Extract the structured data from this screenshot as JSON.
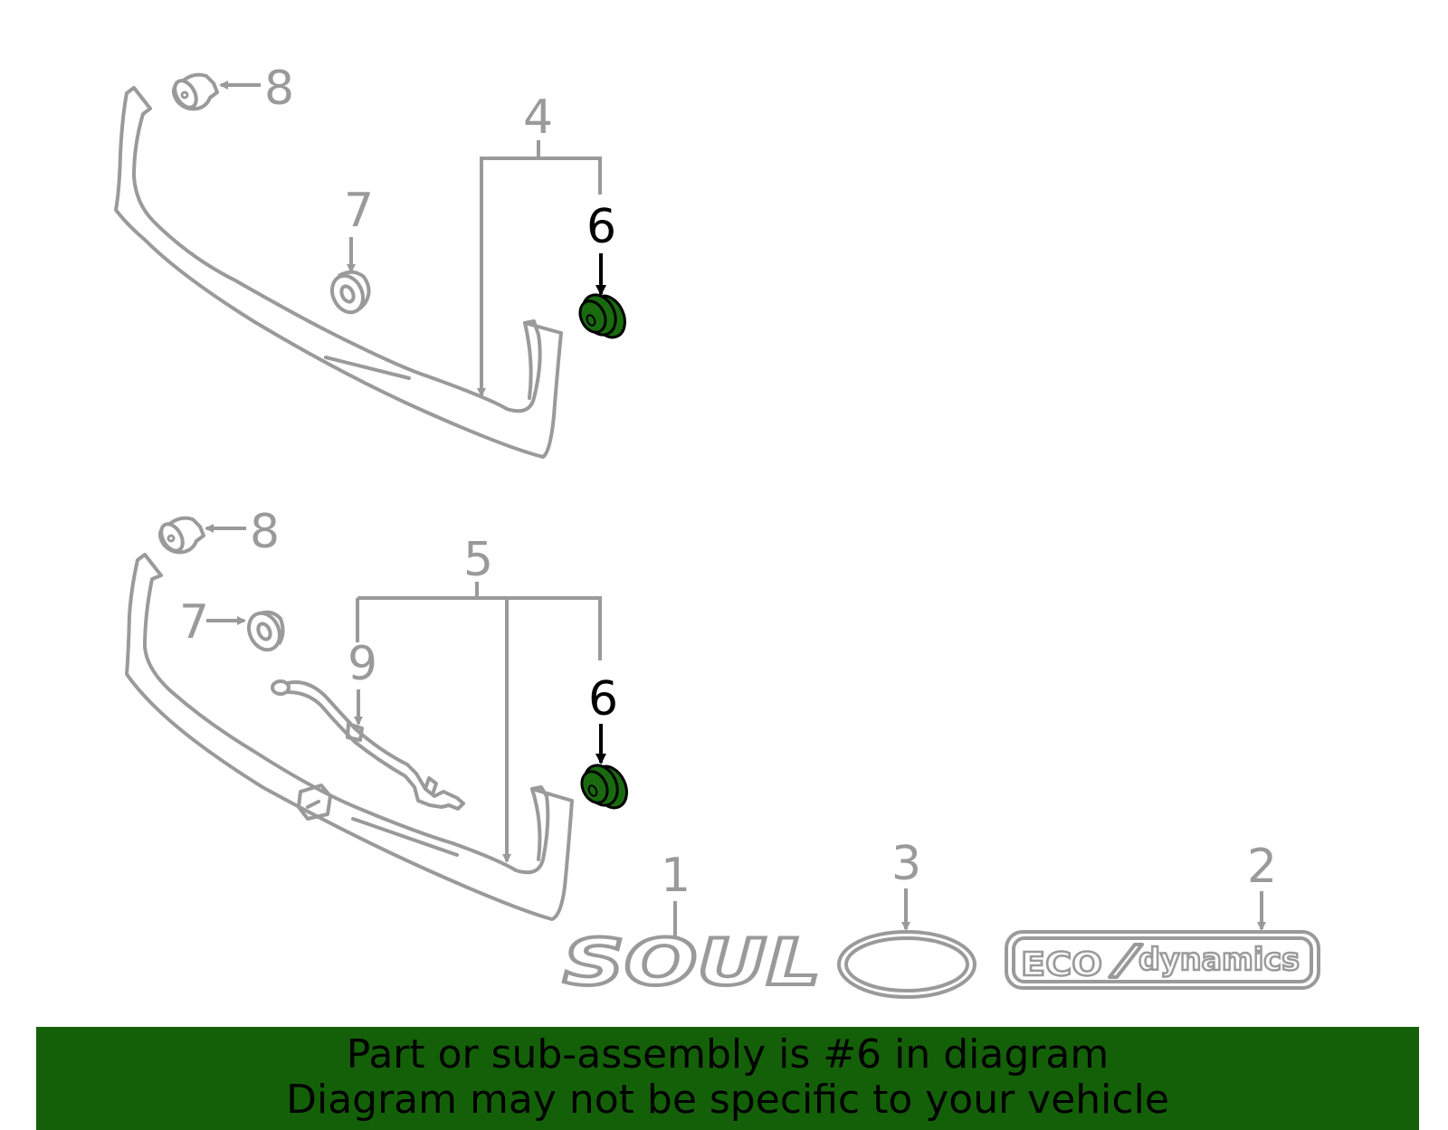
{
  "callouts": {
    "top_8": "8",
    "top_4": "4",
    "top_7": "7",
    "top_6": "6",
    "bot_8": "8",
    "bot_5": "5",
    "bot_7": "7",
    "bot_9": "9",
    "bot_6": "6",
    "emb_1": "1",
    "emb_3": "3",
    "emb_2": "2"
  },
  "emblems": {
    "soul": "SOUL",
    "eco": "ECO",
    "dynamics": "dynamics"
  },
  "banner": {
    "line1": "Part or sub-assembly is #6 in diagram",
    "line2": "Diagram may not be specific to your vehicle"
  },
  "colors": {
    "highlight_part": "#1a6a10",
    "banner_bg": "#146008",
    "line_gray": "#9a9a9a"
  }
}
